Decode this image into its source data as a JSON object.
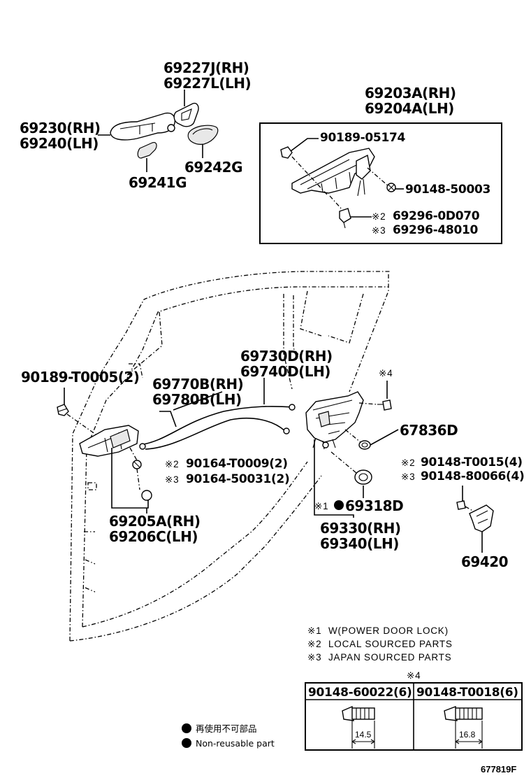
{
  "labels": {
    "handle_rh": "69227J(RH)",
    "handle_lh": "69227L(LH)",
    "frame_rh": "69203A(RH)",
    "frame_lh": "69204A(LH)",
    "cover_rh": "69230(RH)",
    "cover_lh": "69240(LH)",
    "pad_g": "69241G",
    "pad_2g": "69242G",
    "screw_05174": "90189-05174",
    "screw_50003": "90148-50003",
    "mark2_sym": "※2",
    "mark3_sym": "※3",
    "mark1_sym": "※1",
    "mark4_sym": "※4",
    "part_0d070": "69296-0D070",
    "part_48010": "69296-48010",
    "screw_t0005": "90189-T0005(2)",
    "cable_rh": "69770B(RH)",
    "cable_lh": "69780B(LH)",
    "lockcable_rh": "69730D(RH)",
    "lockcable_lh": "69740D(LH)",
    "grommet": "67836D",
    "screw_t0009": "90164-T0009(2)",
    "screw_50031": "90164-50031(2)",
    "inner_rh": "69205A(RH)",
    "inner_lh": "69206C(LH)",
    "seal": "69318D",
    "lock_rh": "69330(RH)",
    "lock_lh": "69340(LH)",
    "screw_t0015": "90148-T0015(4)",
    "screw_80066": "90148-80066(4)",
    "striker": "69420"
  },
  "notes": [
    {
      "mark": "※1",
      "text": "W(POWER DOOR LOCK)"
    },
    {
      "mark": "※2",
      "text": "LOCAL SOURCED PARTS"
    },
    {
      "mark": "※3",
      "text": "JAPAN SOURCED PARTS"
    }
  ],
  "screw_table": {
    "mark": "※4",
    "col1_header": "90148-60022(6)",
    "col2_header": "90148-T0018(6)",
    "col1_length": "14.5",
    "col2_length": "16.8"
  },
  "legend": {
    "jp_text": "再使用不可部品",
    "en_text": "Non-reusable part"
  },
  "diagram_code": "677819F"
}
